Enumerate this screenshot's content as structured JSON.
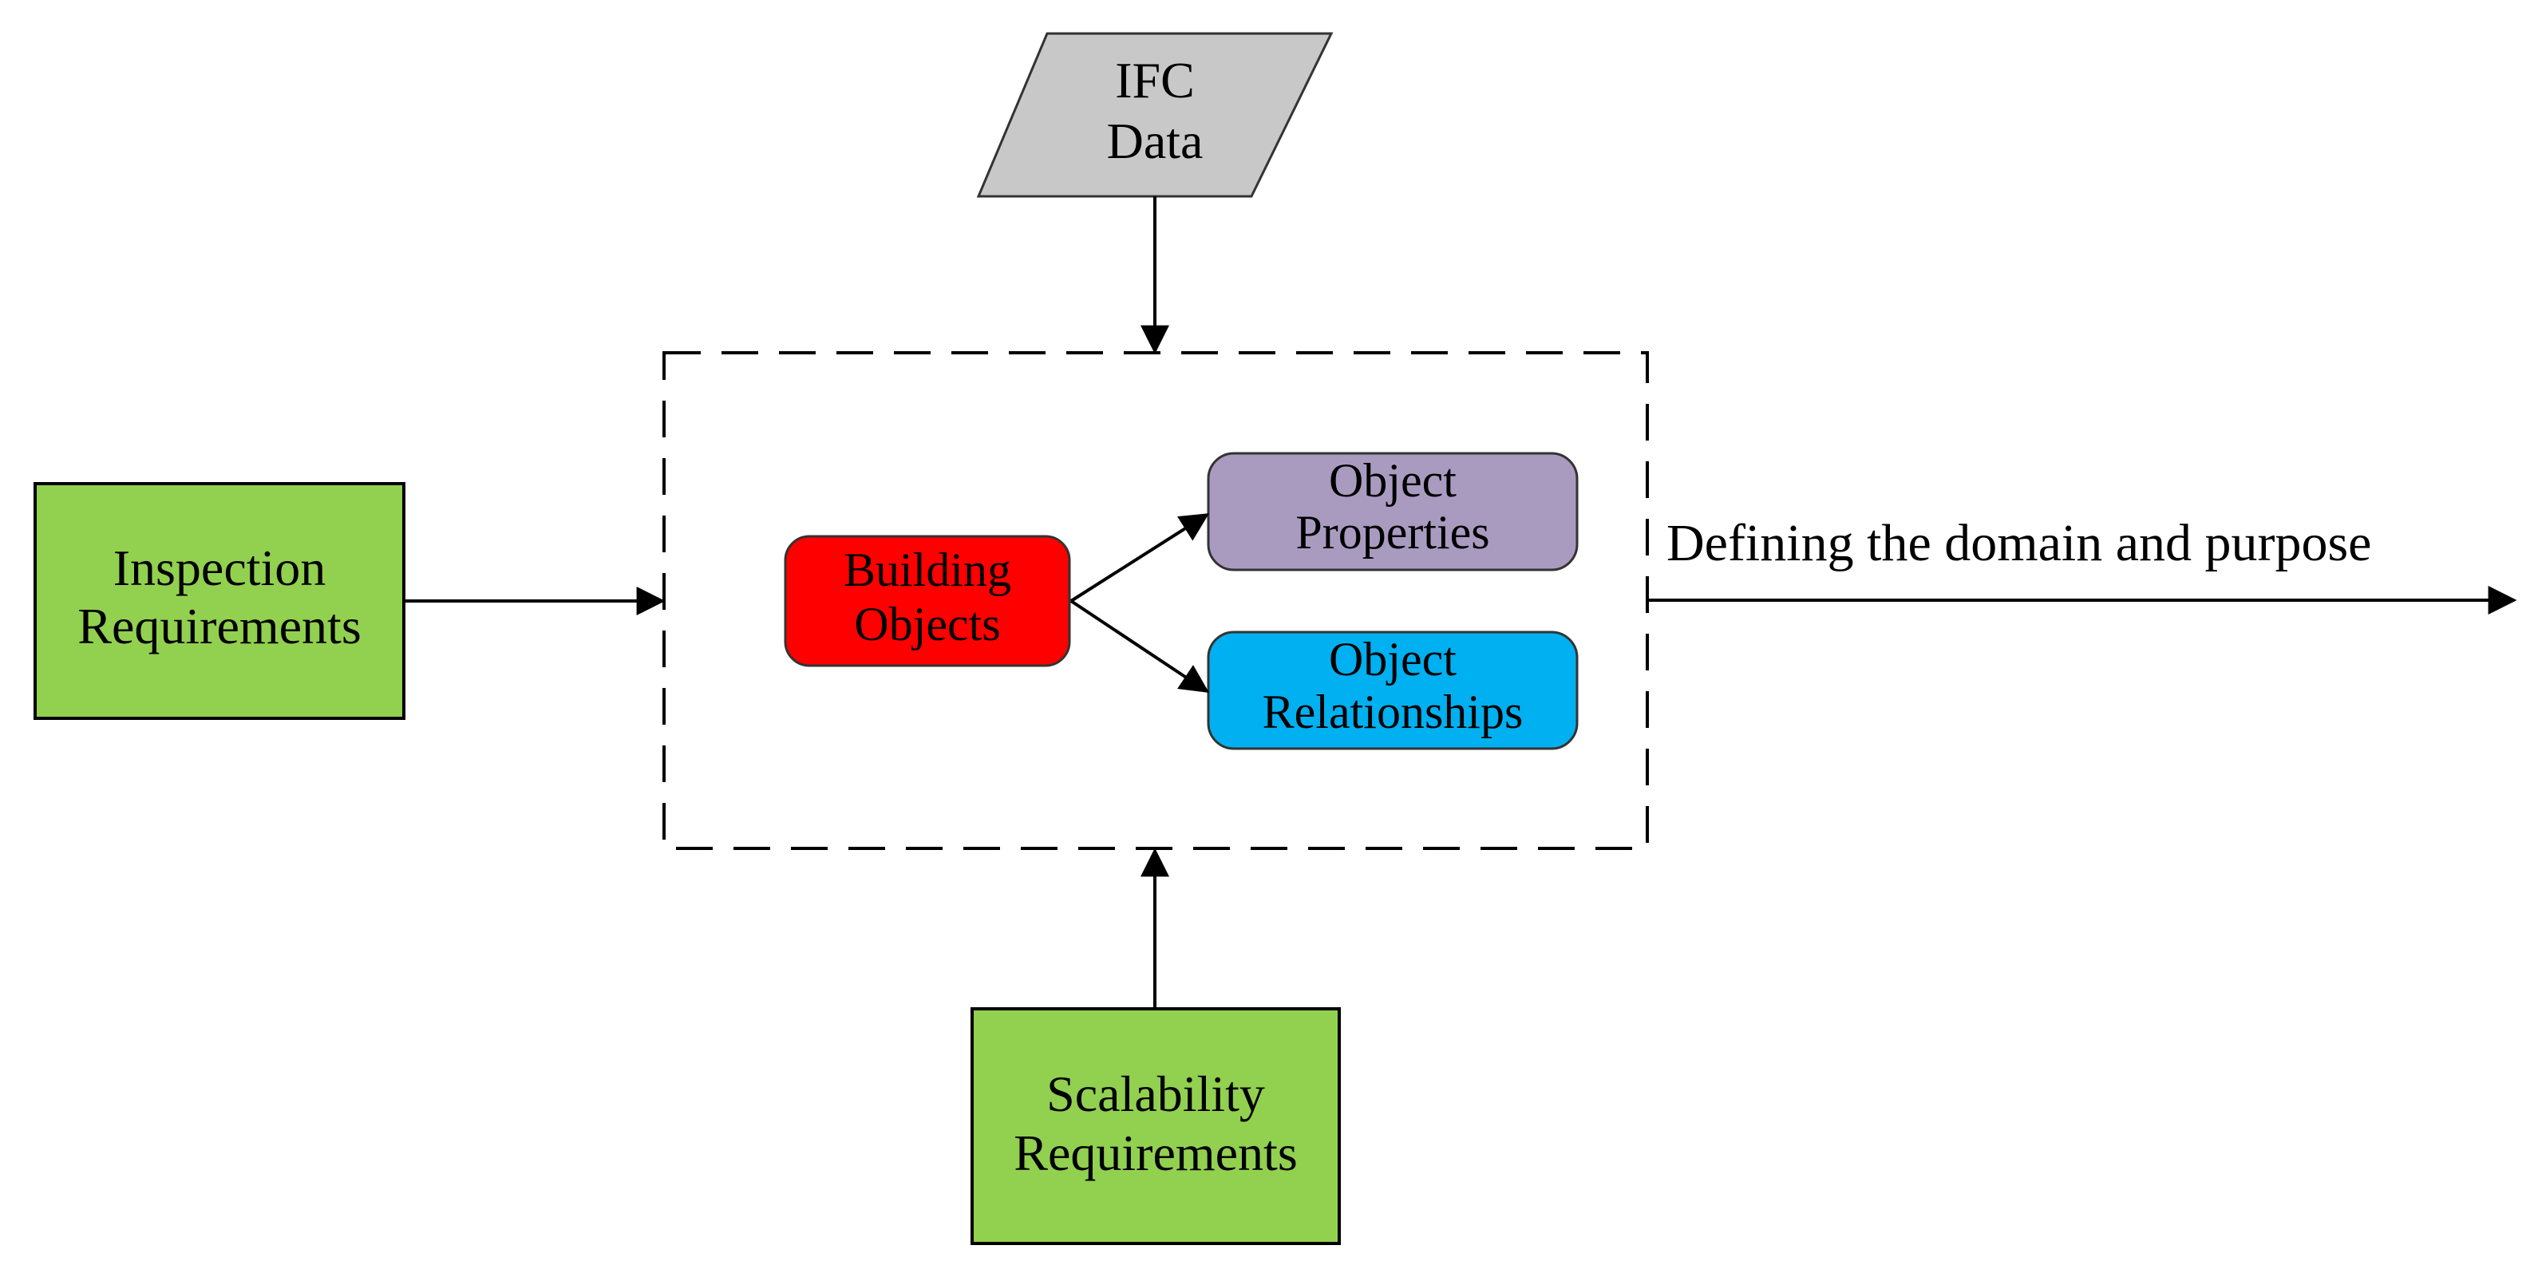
{
  "diagram": {
    "ifc_data": {
      "lines": [
        "IFC",
        "Data"
      ],
      "fill": "#C8C8C8"
    },
    "inspection": {
      "lines": [
        "Inspection",
        "Requirements"
      ],
      "fill": "#92D050"
    },
    "scalability": {
      "lines": [
        "Scalability",
        "Requirements"
      ],
      "fill": "#92D050"
    },
    "building_objects": {
      "lines": [
        "Building",
        "Objects"
      ],
      "fill": "#FF0000"
    },
    "object_properties": {
      "lines": [
        "Object",
        "Properties"
      ],
      "fill": "#A99BC0"
    },
    "object_relationships": {
      "lines": [
        "Object",
        "Relationships"
      ],
      "fill": "#00B0F0"
    },
    "output_label": "Defining the domain and purpose"
  }
}
